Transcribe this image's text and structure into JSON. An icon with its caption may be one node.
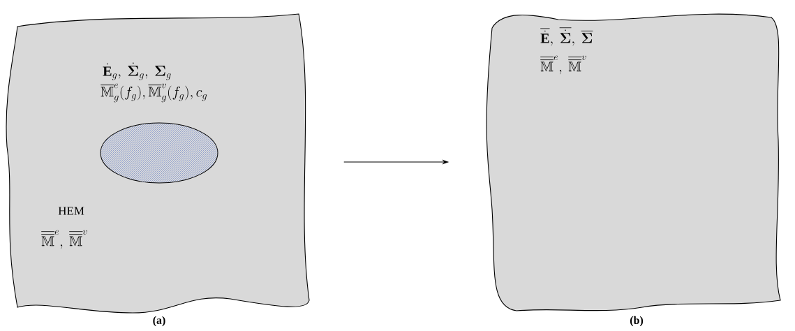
{
  "diagram": {
    "nodes": [
      {
        "text": [
          "\\dot{\\mathbf{E}}_g,\\ \\dot{\\boldsymbol{\\Sigma}}_g,\\ \\boldsymbol{\\Sigma}_g",
          "\\overline{\\mathbb{M}}^e_g(f_g),\\overline{\\mathbb{M}}^v_g(f_g),c_g",
          "HEM",
          "\\overline{\\overline{\\mathbb{M}}}^e,\\ \\overline{\\overline{\\mathbb{M}}}^v"
        ],
        "beside": [
          "(a)"
        ]
      },
      {
        "text": [],
        "shape": "ellipse",
        "in": 0
      },
      {
        "text": [
          "\\overline{\\dot{\\mathbf{E}}},\\ \\overline{\\dot{\\boldsymbol{\\Sigma}}},\\ \\overline{\\boldsymbol{\\Sigma}}",
          "\\overline{\\overline{\\mathbb{M}}}^e,\\ \\overline{\\overline{\\mathbb{M}}}^v"
        ],
        "beside": [
          "(b)"
        ]
      }
    ],
    "edges": [
      {
        "from": 0,
        "to": 2,
        "arrow": "to"
      }
    ]
  }
}
